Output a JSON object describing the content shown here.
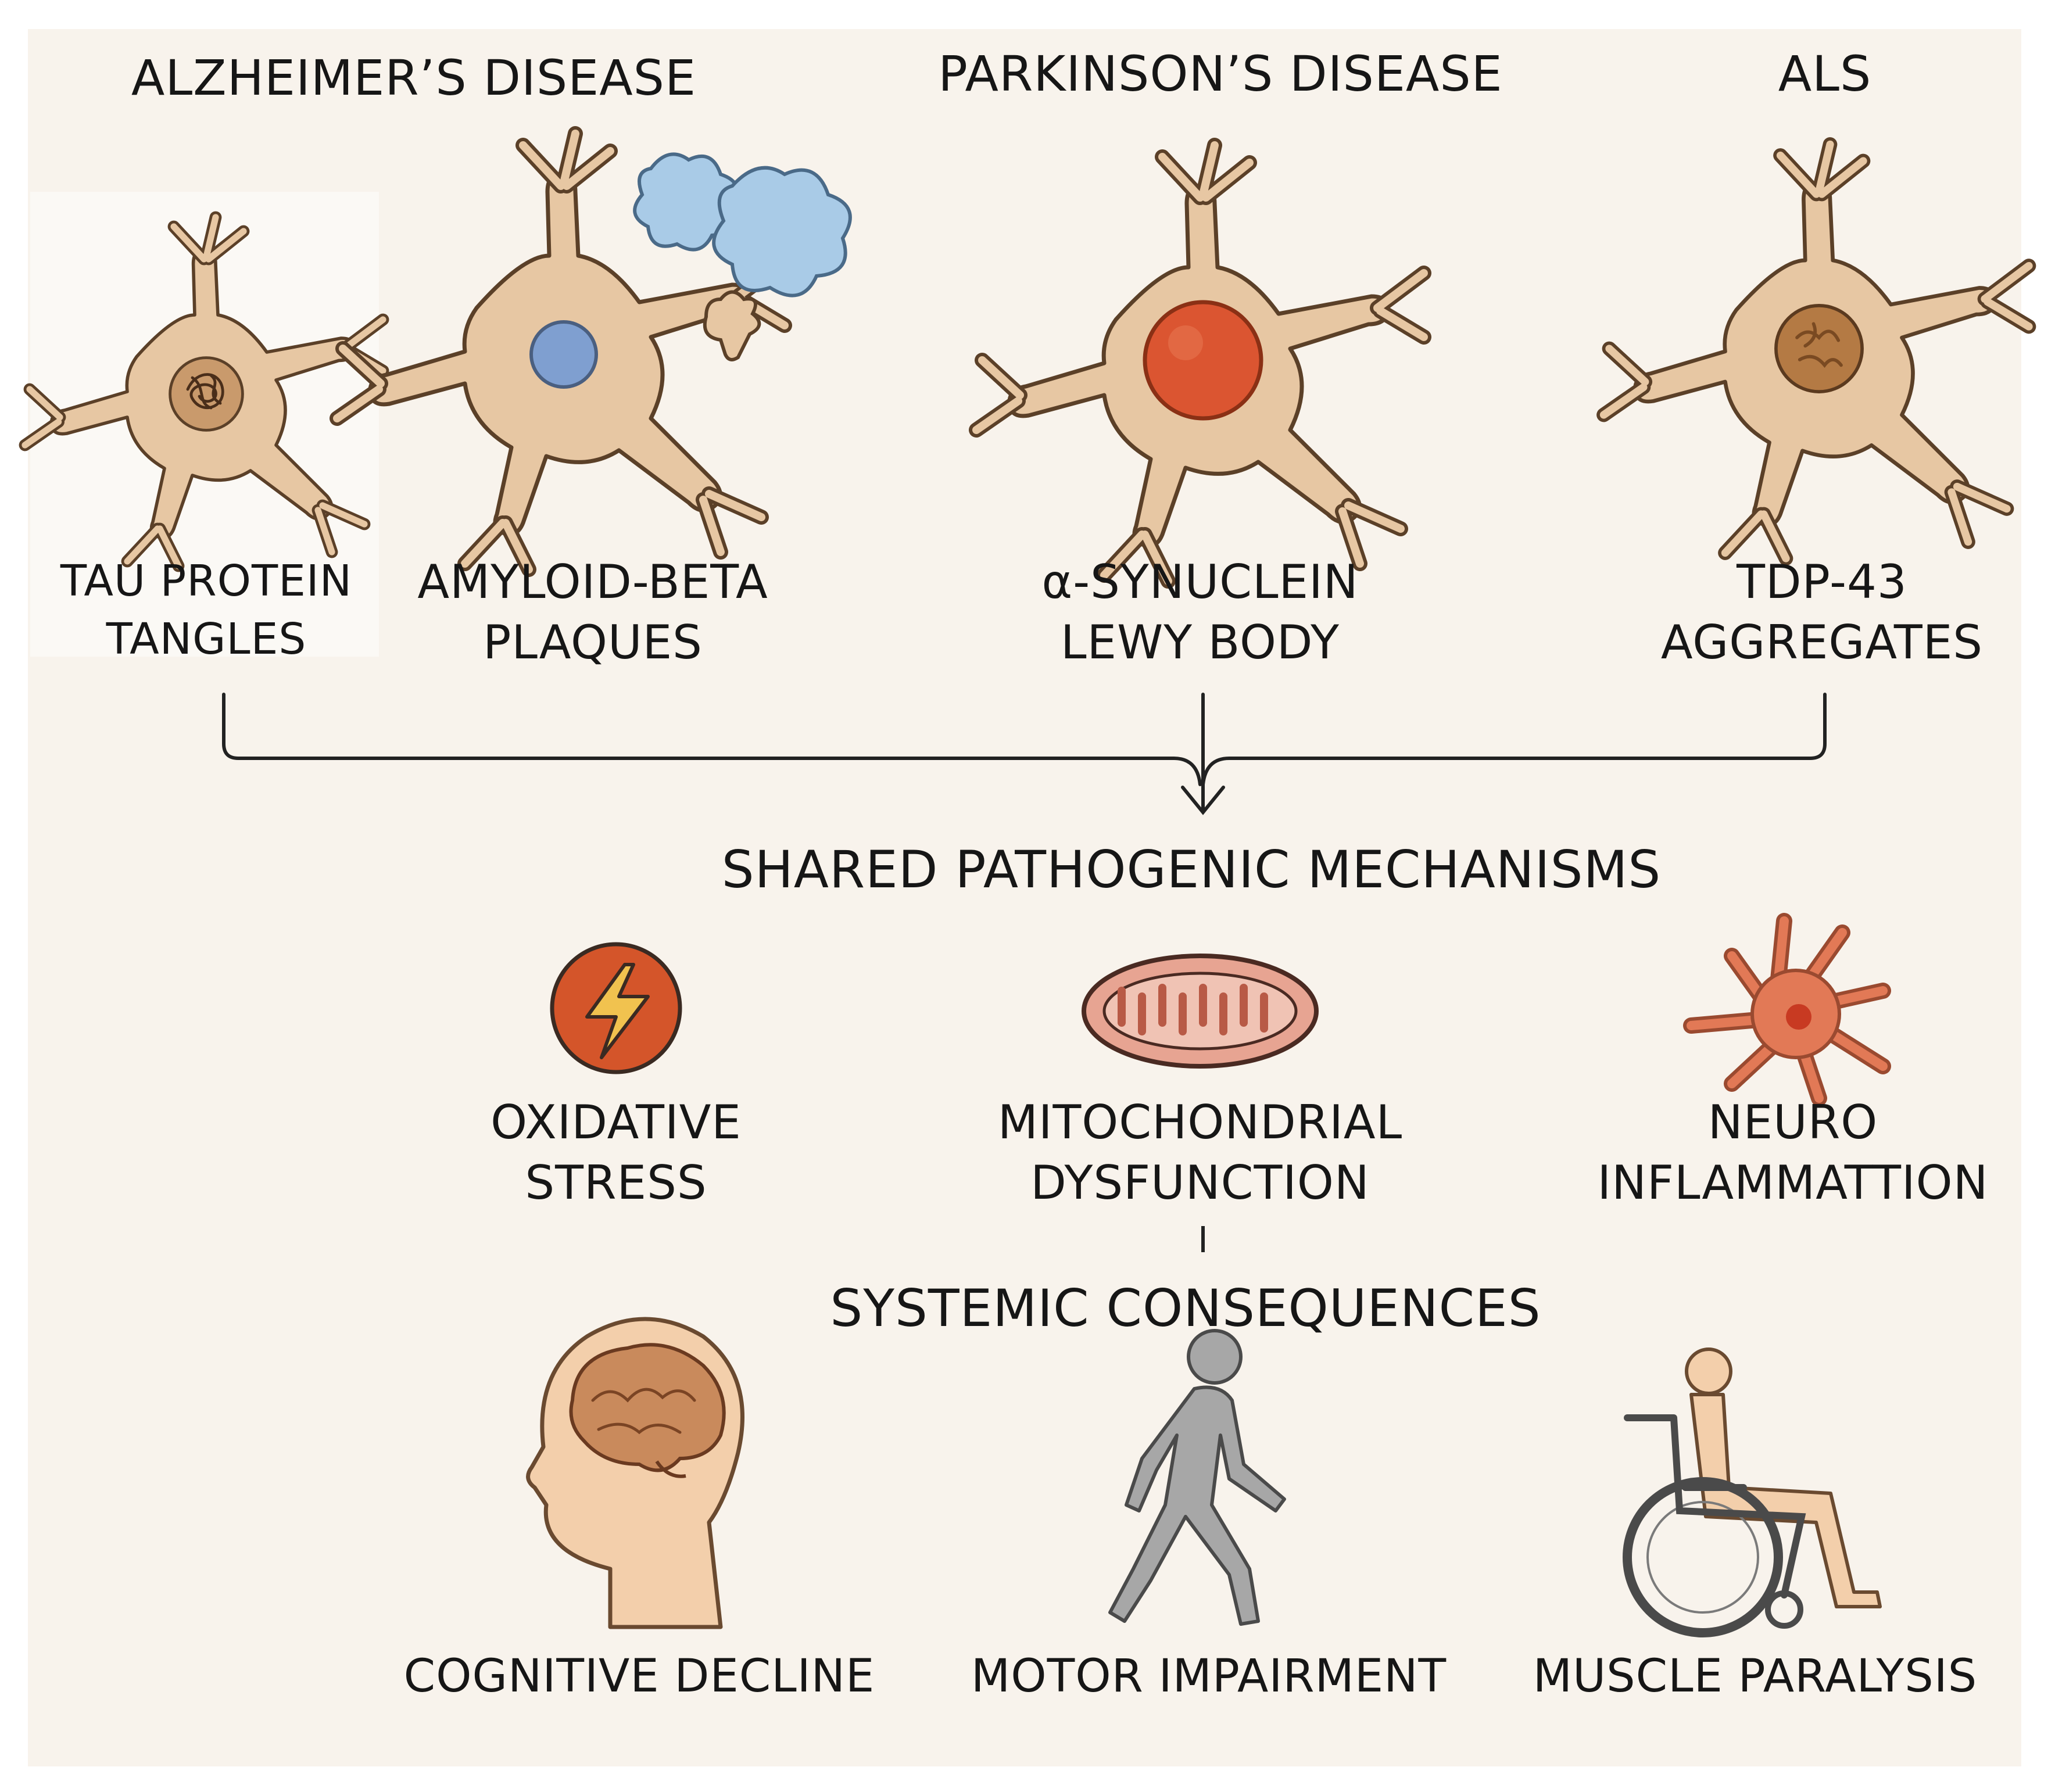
{
  "diseases": [
    {
      "name": "ALZHEIMER’S  DISEASE"
    },
    {
      "name": "PARKINSON’S DISEASE"
    },
    {
      "name": "ALS"
    }
  ],
  "cells": [
    {
      "line1": "TAU PROTEIN",
      "line2": "TANGLES",
      "icon": "tangled-nucleus-neuron"
    },
    {
      "line1": "AMYLOID-BETA",
      "line2": "PLAQUES",
      "icon": "plaque-neuron"
    },
    {
      "line1": "α-SYNUCLEIN",
      "line2": "LEWY BODY",
      "icon": "lewy-body-neuron"
    },
    {
      "line1": "TDP-43",
      "line2": "AGGREGATES",
      "icon": "aggregate-neuron"
    }
  ],
  "shared": {
    "title": "SHARED PATHOGENIC MECHANISMS"
  },
  "mechanisms": [
    {
      "line1": "OXIDATIVE",
      "line2": "STRESS",
      "icon": "lightning-bolt"
    },
    {
      "line1": "MITOCHONDRIAL",
      "line2": "DYSFUNCTION",
      "icon": "mitochondrion"
    },
    {
      "line1": "NEURO",
      "line2": "INFLAMMATTION",
      "icon": "microglia"
    }
  ],
  "systemic": {
    "title": "SYSTEMIC CONSEQUENCES"
  },
  "consequences": [
    {
      "label": "COGNITIVE DECLINE",
      "icon": "head-brain"
    },
    {
      "label": "MOTOR IMPAIRMENT",
      "icon": "walking-figure"
    },
    {
      "label": "MUSCLE PARALYSIS",
      "icon": "wheelchair-person"
    }
  ],
  "colors": {
    "background": "#f8f3ec",
    "neuron_fill": "#e7c7a3",
    "neuron_stroke": "#5b4028",
    "tau_nucleus": "#c99a6c",
    "amyloid_nucleus": "#7f9fd0",
    "lewy_body": "#db5531",
    "tdp43": "#b47a44",
    "plaque": "#a9cbe7",
    "oxidative": "#d4552a",
    "bolt": "#f1c24f",
    "mito": "#e7a492",
    "microglia": "#e27956",
    "walker": "#a7a7a7",
    "skin": "#f3cfab"
  }
}
